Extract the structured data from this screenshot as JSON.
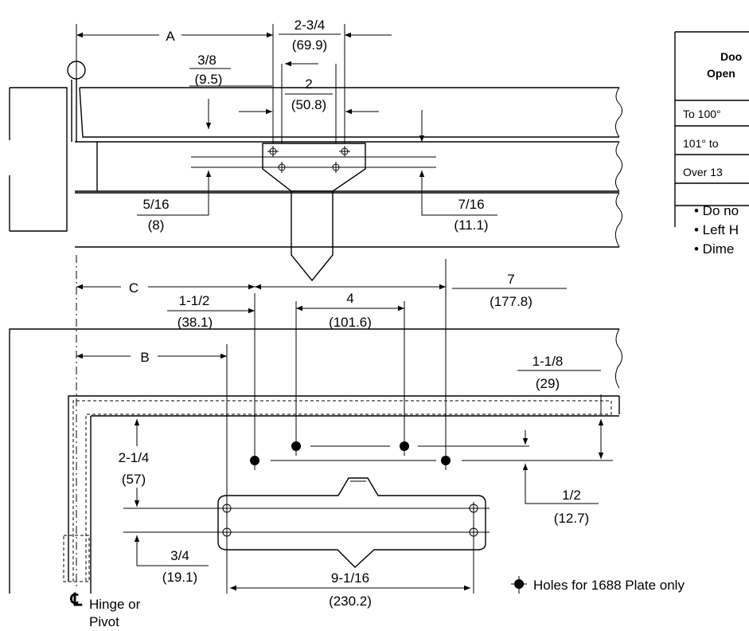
{
  "top_view": {
    "dim_a_label": "A",
    "dim_center_num": "2-3/4",
    "dim_center_den": "(69.9)",
    "dim_left_num": "3/8",
    "dim_left_den": "(9.5)",
    "dim_inner_num": "2",
    "dim_inner_den": "(50.8)",
    "dim_bottom_left_num": "5/16",
    "dim_bottom_left_den": "(8)",
    "dim_bottom_right_num": "7/16",
    "dim_bottom_right_den": "(11.1)"
  },
  "bottom_view": {
    "dim_c_label": "C",
    "dim_b_label": "B",
    "dim_c_num": "1-1/2",
    "dim_c_den": "(38.1)",
    "dim_holes_num": "4",
    "dim_holes_den": "(101.6)",
    "dim_span_num": "7",
    "dim_span_den": "(177.8)",
    "dim_frame_num": "1-1/8",
    "dim_frame_den": "(29)",
    "dim_vert_num": "2-1/4",
    "dim_vert_den": "(57)",
    "dim_offset_num": "1/2",
    "dim_offset_den": "(12.7)",
    "dim_body_num": "3/4",
    "dim_body_den": "(19.1)",
    "dim_length_num": "9-1/16",
    "dim_length_den": "(230.2)",
    "centerline_symbol": "℄",
    "centerline_text_1": "Hinge or",
    "centerline_text_2": "Pivot"
  },
  "legend": {
    "holes_note": "Holes for 1688 Plate only"
  },
  "table": {
    "header_1": "Doo",
    "header_2": "Open",
    "rows": [
      "To 100°",
      "101° to",
      "Over 13"
    ]
  },
  "notes": [
    "• Do no",
    "• Left H",
    "• Dime"
  ]
}
